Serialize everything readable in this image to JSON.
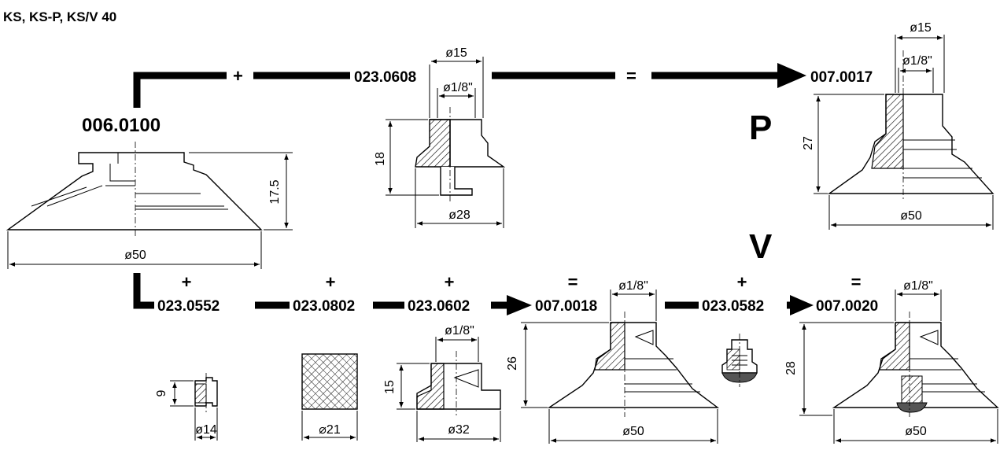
{
  "title": "KS, KS-P, KS/V 40",
  "base_part": {
    "code": "006.0100",
    "height": "17.5",
    "diameter": "ø50"
  },
  "top_row": {
    "plus": "+",
    "equals": "=",
    "adapter": {
      "code": "023.0608",
      "top_diameter": "ø15",
      "thread": "ø1/8\"",
      "height": "18",
      "bottom_diameter": "ø28"
    },
    "result": {
      "code": "007.0017",
      "variant_letter": "P",
      "top_diameter": "ø15",
      "thread": "ø1/8\"",
      "height": "27",
      "diameter": "ø50"
    }
  },
  "v_letter": "V",
  "bottom_row": {
    "operators": [
      "+",
      "+",
      "+",
      "=",
      "+",
      "="
    ],
    "ring": {
      "code": "023.0552",
      "height": "9",
      "diameter": "ø14"
    },
    "filter": {
      "code": "023.0802",
      "size": "⌀21"
    },
    "adapter": {
      "code": "023.0602",
      "thread": "ø1/8\"",
      "height": "15",
      "diameter": "ø32"
    },
    "result_v": {
      "code": "007.0018",
      "thread": "ø1/8\"",
      "height": "26",
      "diameter": "ø50"
    },
    "valve": {
      "code": "023.0582"
    },
    "result_valve": {
      "code": "007.0020",
      "thread": "ø1/8\"",
      "height": "28",
      "diameter": "ø50"
    }
  }
}
